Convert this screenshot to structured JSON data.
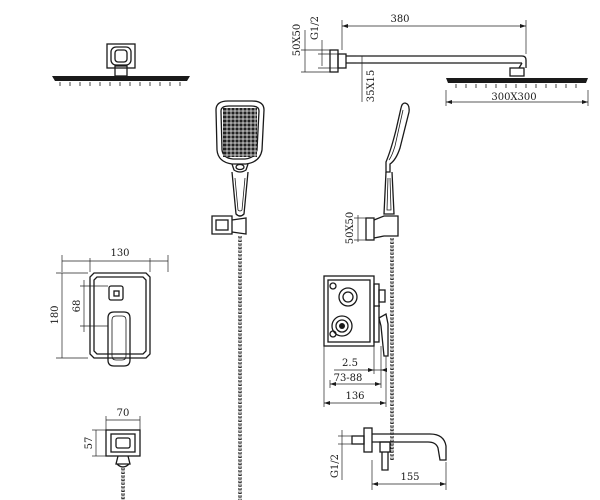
{
  "dimensions": {
    "top_flange": "50X50",
    "thread_top": "G1/2",
    "arm_length": "380",
    "arm_offset": "35X15",
    "head_size": "300X300",
    "holder_flange": "50X50",
    "plate_width": "130",
    "plate_height": "180",
    "button_height": "68",
    "outlet_width": "70",
    "outlet_height": "57",
    "trim_depth": "2.5",
    "body_depth_range": "73-88",
    "body_total_depth": "136",
    "thread_spout": "G1/2",
    "spout_length": "155"
  },
  "colors": {
    "line": "#1a1a1a",
    "background": "#ffffff"
  }
}
